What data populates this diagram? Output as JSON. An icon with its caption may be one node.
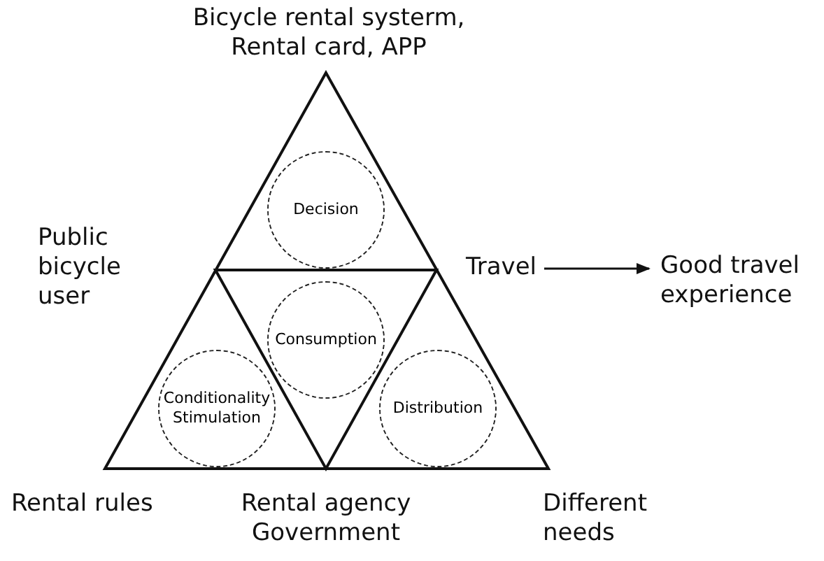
{
  "diagram": {
    "nodes": [
      {
        "text": [
          "Decision"
        ]
      },
      {
        "text": [
          "Consumption"
        ]
      },
      {
        "text": [
          "Conditionality Stimulation"
        ]
      },
      {
        "text": [
          "Distribution"
        ]
      },
      {
        "text": [
          "Travel"
        ]
      },
      {
        "text": [
          "Good travel experience"
        ]
      }
    ],
    "edges": [
      {
        "from": 4,
        "to": 5,
        "arrow": "to"
      }
    ],
    "labels": [
      "Bicycle rental systerm, Rental card, APP",
      "Public bicycle user",
      "Rental rules",
      "Rental agency Government",
      "Different needs"
    ]
  }
}
